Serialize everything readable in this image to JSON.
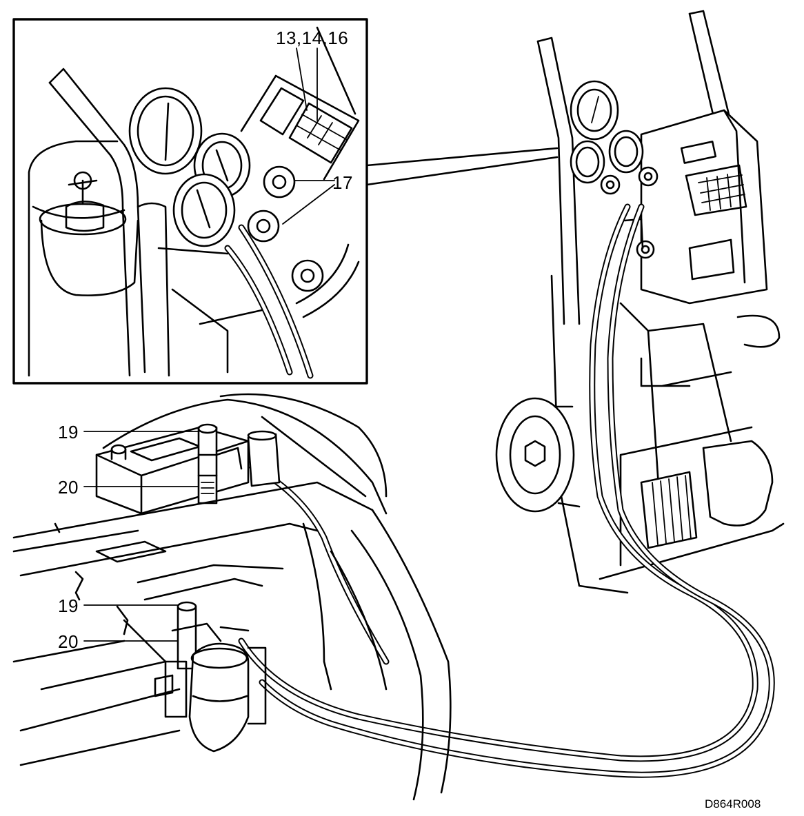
{
  "callouts": {
    "gauges_keypad": "13,14,16",
    "valves": "17",
    "coupling_upper_a": "19",
    "coupling_upper_b": "20",
    "coupling_lower_a": "19",
    "coupling_lower_b": "20"
  },
  "figure_code": "D864R008",
  "colors": {
    "line": "#000000",
    "background": "#ffffff"
  }
}
